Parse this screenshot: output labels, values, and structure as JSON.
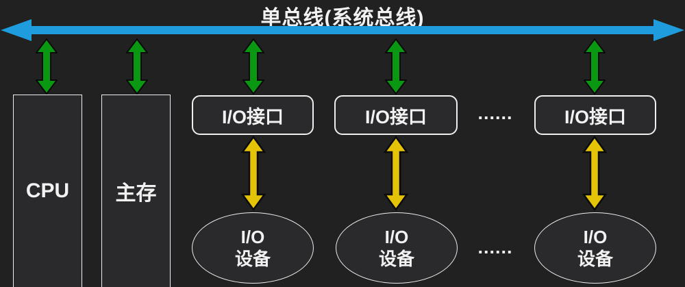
{
  "title": "单总线(系统总线)",
  "colors": {
    "background": "#212121",
    "bus_blue": "#1f9cdd",
    "arrow_green": "#0a9812",
    "arrow_yellow": "#e5c408",
    "node_border": "#efefef",
    "node_fill": "#2a2a2c",
    "text": "#f2f2f2"
  },
  "nodes": {
    "cpu": "CPU",
    "memory": "主存",
    "interfaces": [
      "I/O接口",
      "I/O接口",
      "I/O接口"
    ],
    "devices": [
      {
        "line1": "I/O",
        "line2": "设备"
      },
      {
        "line1": "I/O",
        "line2": "设备"
      },
      {
        "line1": "I/O",
        "line2": "设备"
      }
    ],
    "ellipsis_top": "......",
    "ellipsis_bottom": "......"
  }
}
